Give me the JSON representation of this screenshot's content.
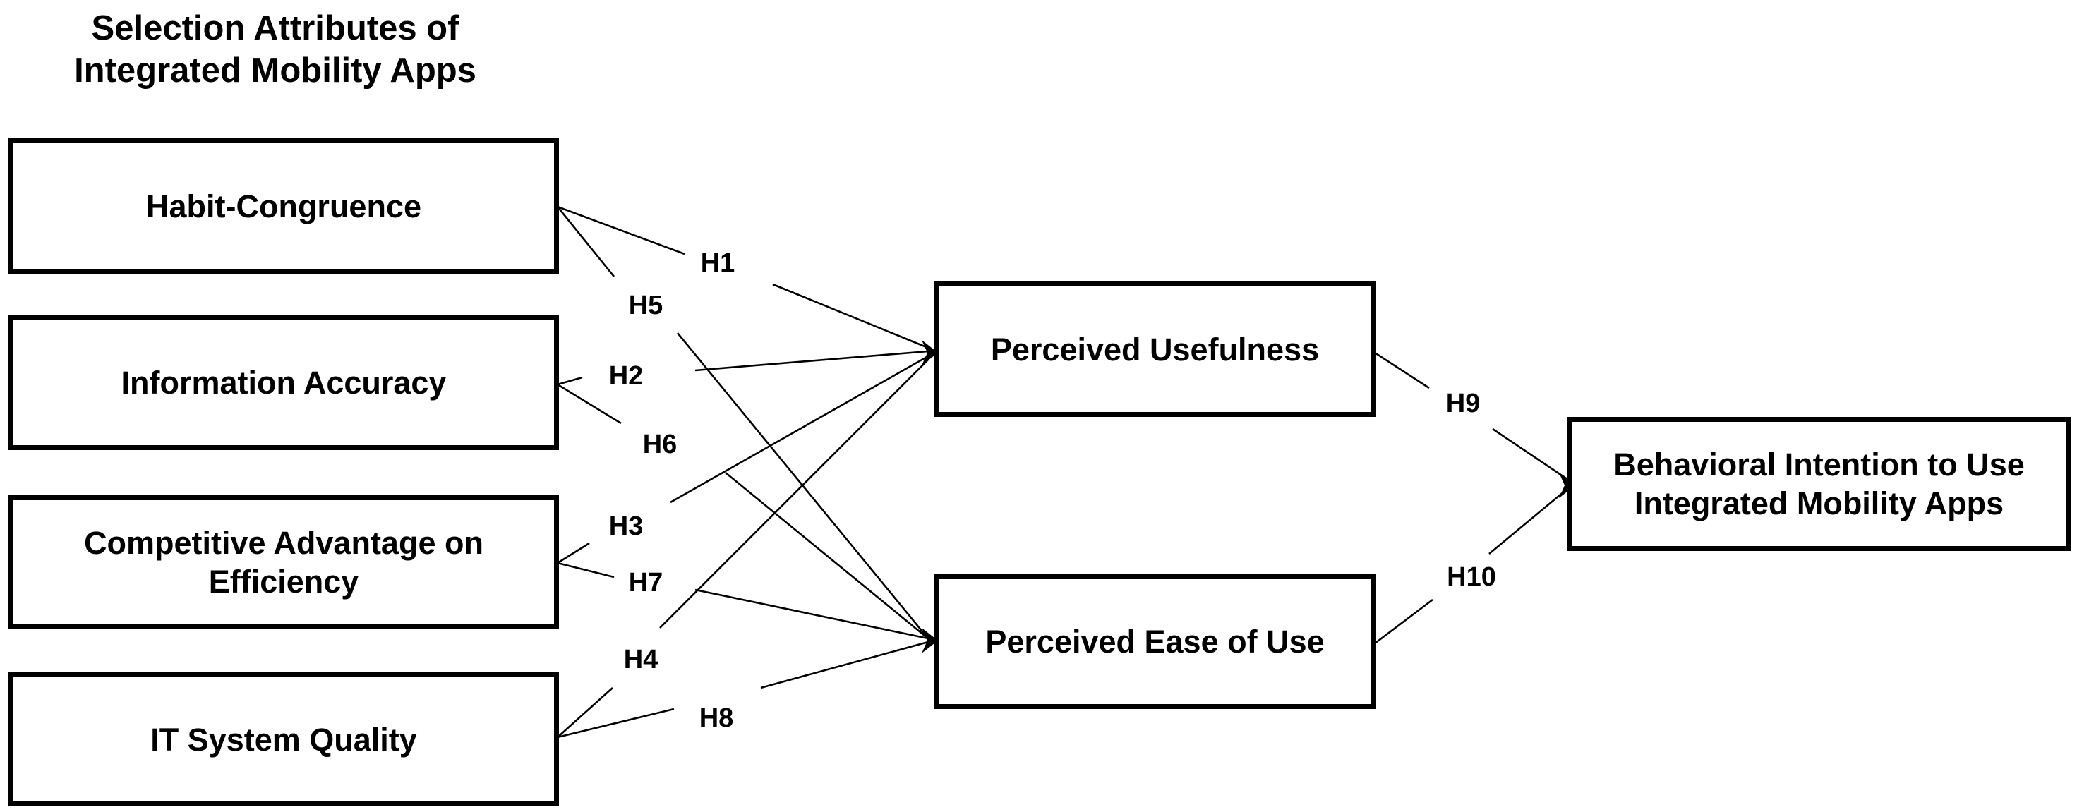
{
  "heading": {
    "line1": "Selection Attributes of",
    "line2": "Integrated Mobility Apps"
  },
  "boxes": {
    "habit": "Habit-Congruence",
    "info": "Information Accuracy",
    "comp_line1": "Competitive Advantage on",
    "comp_line2": "Efficiency",
    "it": "IT System Quality",
    "pu": "Perceived Usefulness",
    "peou": "Perceived Ease of Use",
    "bi_line1": "Behavioral Intention to Use",
    "bi_line2": "Integrated Mobility Apps"
  },
  "hypotheses": {
    "h1": "H1",
    "h2": "H2",
    "h3": "H3",
    "h4": "H4",
    "h5": "H5",
    "h6": "H6",
    "h7": "H7",
    "h8": "H8",
    "h9": "H9",
    "h10": "H10"
  }
}
